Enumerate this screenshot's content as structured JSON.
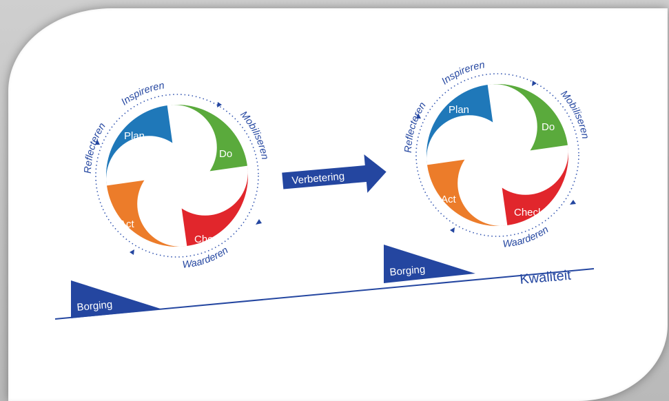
{
  "colors": {
    "plan": "#1f78b9",
    "do": "#5aaa3c",
    "check": "#e1262c",
    "act": "#ec7c2a",
    "navy": "#2446a0",
    "dots": "#3355b0"
  },
  "cycle_left": {
    "segments": {
      "plan": "Plan",
      "do": "Do",
      "check": "Check",
      "act": "Act"
    },
    "ring": {
      "top": "Inspireren",
      "right": "Mobiliseren",
      "bottom": "Waarderen",
      "left": "Reflecteren"
    }
  },
  "cycle_right": {
    "segments": {
      "plan": "Plan",
      "do": "Do",
      "check": "Check",
      "act": "Act"
    },
    "ring": {
      "top": "Inspireren",
      "right": "Mobiliseren",
      "bottom": "Waarderen",
      "left": "Reflecteren"
    }
  },
  "arrow_label": "Verbetering",
  "wedge_left_label": "Borging",
  "wedge_right_label": "Borging",
  "quality_label": "Kwaliteit"
}
